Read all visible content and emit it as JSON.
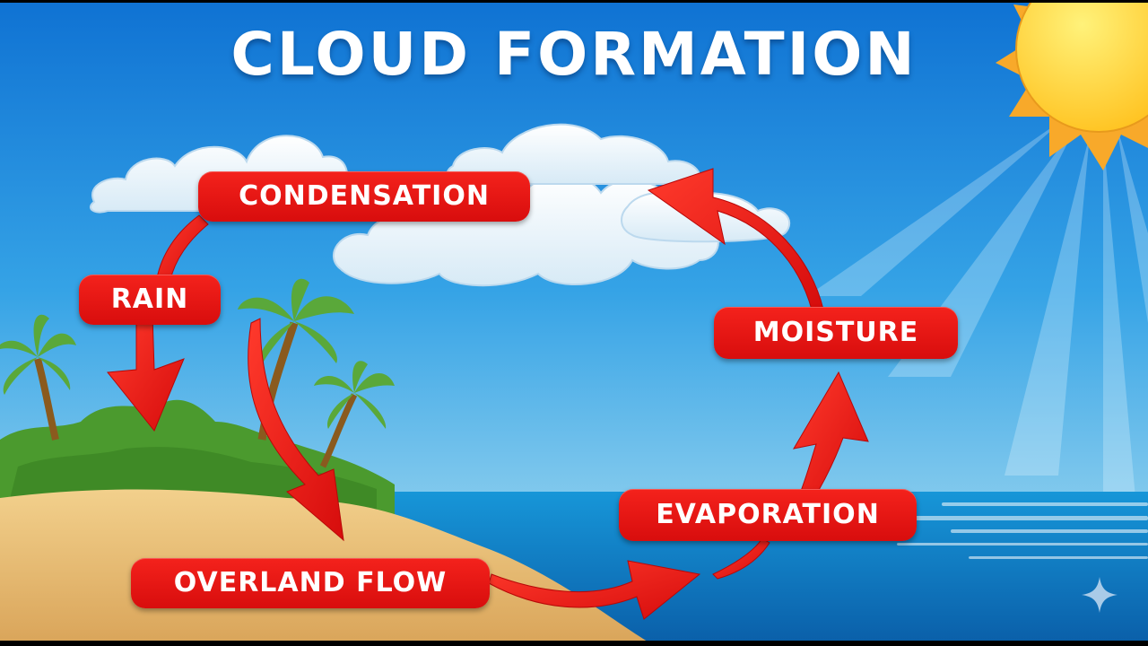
{
  "title": "CLOUD FORMATION",
  "labels": {
    "condensation": "CONDENSATION",
    "rain": "RAIN",
    "overland_flow": "OVERLAND FLOW",
    "evaporation": "EVAPORATION",
    "moisture": "MOISTURE"
  },
  "cycle_order": [
    "EVAPORATION",
    "MOISTURE",
    "CONDENSATION",
    "RAIN",
    "OVERLAND FLOW"
  ],
  "icons": [
    "sun-icon",
    "cloud-icon",
    "palm-tree-icon",
    "sparkle-icon"
  ],
  "colors": {
    "sky_top": "#1378d6",
    "sky_bottom": "#a9def0",
    "ocean": "#0f6fbf",
    "sand": "#e9c07c",
    "foliage": "#4e9a2f",
    "label_red": "#e8150f",
    "sun": "#ffd22e",
    "sun_rays": "#f7a928"
  }
}
